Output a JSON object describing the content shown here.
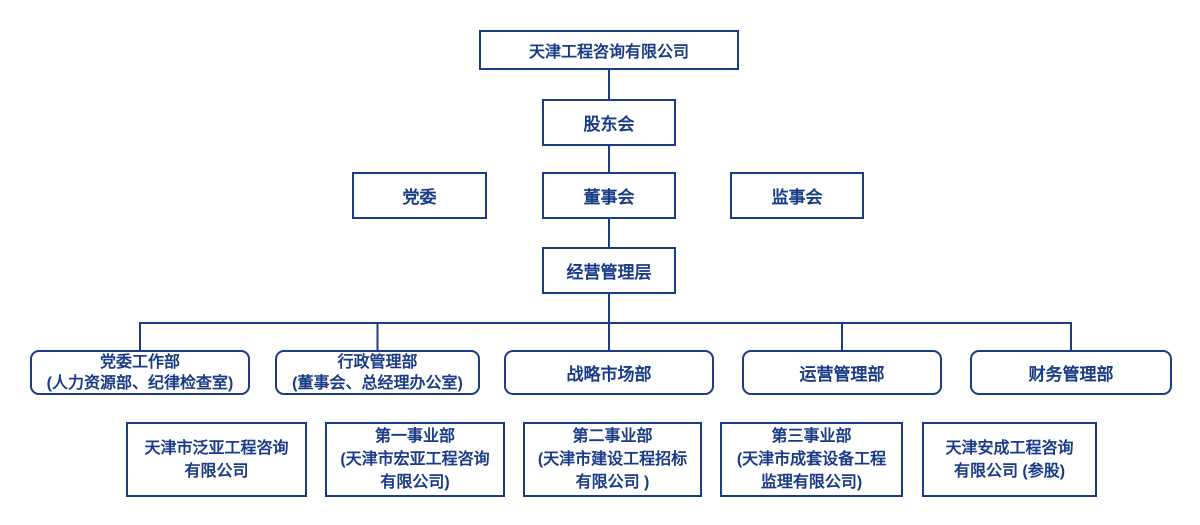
{
  "org_chart": {
    "root": "天津工程咨询有限公司",
    "shareholders": "股东会",
    "party_committee": "党委",
    "board": "董事会",
    "supervisory_board": "监事会",
    "management": "经营管理层",
    "departments": [
      {
        "lines": [
          "党委工作部",
          "(人力资源部、纪律检查室)"
        ]
      },
      {
        "lines": [
          "行政管理部",
          "(董事会、总经理办公室)"
        ]
      },
      {
        "lines": [
          "战略市场部"
        ]
      },
      {
        "lines": [
          "运营管理部"
        ]
      },
      {
        "lines": [
          "财务管理部"
        ]
      }
    ],
    "subsidiaries": [
      {
        "lines": [
          "天津市泛亚工程咨询",
          "有限公司"
        ]
      },
      {
        "lines": [
          "第一事业部",
          "(天津市宏亚工程咨询",
          "有限公司)"
        ]
      },
      {
        "lines": [
          "第二事业部",
          "(天津市建设工程招标",
          "有限公司 )"
        ]
      },
      {
        "lines": [
          "第三事业部",
          "(天津市成套设备工程",
          "监理有限公司)"
        ]
      },
      {
        "lines": [
          "天津安成工程咨询",
          "有限公司 (参股)"
        ]
      }
    ],
    "colors": {
      "accent": "#1a3c87",
      "background": "#ffffff"
    }
  }
}
